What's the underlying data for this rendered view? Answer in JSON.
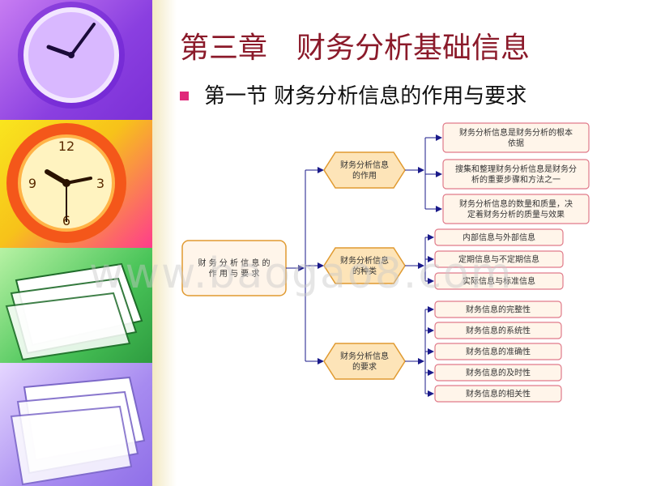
{
  "slide": {
    "title": "第三章　财务分析基础信息",
    "subtitle": "第一节 财务分析信息的作用与要求"
  },
  "diagram": {
    "root": [
      "财 务 分 析 信 息 的",
      "作 用 与 要 求"
    ],
    "branches": [
      {
        "label": [
          "财务分析信息",
          "的作用"
        ],
        "items": [
          [
            "财务分析信息是财务分析的根本",
            "依据"
          ],
          [
            "搜集和整理财务分析信息是财务分",
            "析的重要步骤和方法之一"
          ],
          [
            "财务分析信息的数量和质量，决",
            "定着财务分析的质量与效果"
          ]
        ]
      },
      {
        "label": [
          "财务分析信息",
          "的种类"
        ],
        "items": [
          [
            "内部信息与外部信息"
          ],
          [
            "定期信息与不定期信息"
          ],
          [
            "实际信息与标准信息"
          ]
        ]
      },
      {
        "label": [
          "财务分析信息",
          "的要求"
        ],
        "items": [
          [
            "财务信息的完整性"
          ],
          [
            "财务信息的系统性"
          ],
          [
            "财务信息的准确性"
          ],
          [
            "财务信息的及时性"
          ],
          [
            "财务信息的相关性"
          ]
        ]
      }
    ]
  },
  "watermark": "www.baogao8.com",
  "colors": {
    "title": "#8b1a2a",
    "bullet": "#e0287a",
    "box_border": "#e07a8a",
    "box_fill": "#fff5ea",
    "hex_border": "#e09a30",
    "hex_fill": "#fde4b8",
    "connector": "#1a1a8a"
  }
}
